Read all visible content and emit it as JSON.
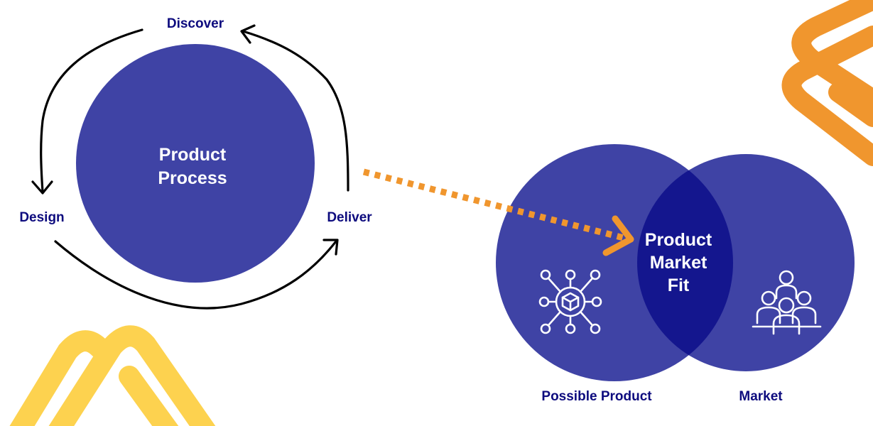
{
  "colors": {
    "primary_circle": "#3F43A5",
    "overlap": "#14168E",
    "label_navy": "#0D0B7E",
    "white": "#FFFFFF",
    "orange": "#F0962E",
    "yellow": "#FDD24F",
    "arrow_stroke": "#000000"
  },
  "process_cycle": {
    "center_label_line1": "Product",
    "center_label_line2": "Process",
    "stages": {
      "discover": "Discover",
      "design": "Design",
      "deliver": "Deliver"
    }
  },
  "venn": {
    "left_label": "Possible Product",
    "right_label": "Market",
    "overlap_label_line1": "Product",
    "overlap_label_line2": "Market",
    "overlap_label_line3": "Fit",
    "left_icon": "network-box-icon",
    "right_icon": "people-group-icon"
  },
  "decor": {
    "top_right_shape": "orange-chevron-decoration",
    "bottom_left_shape": "yellow-arch-decoration"
  }
}
